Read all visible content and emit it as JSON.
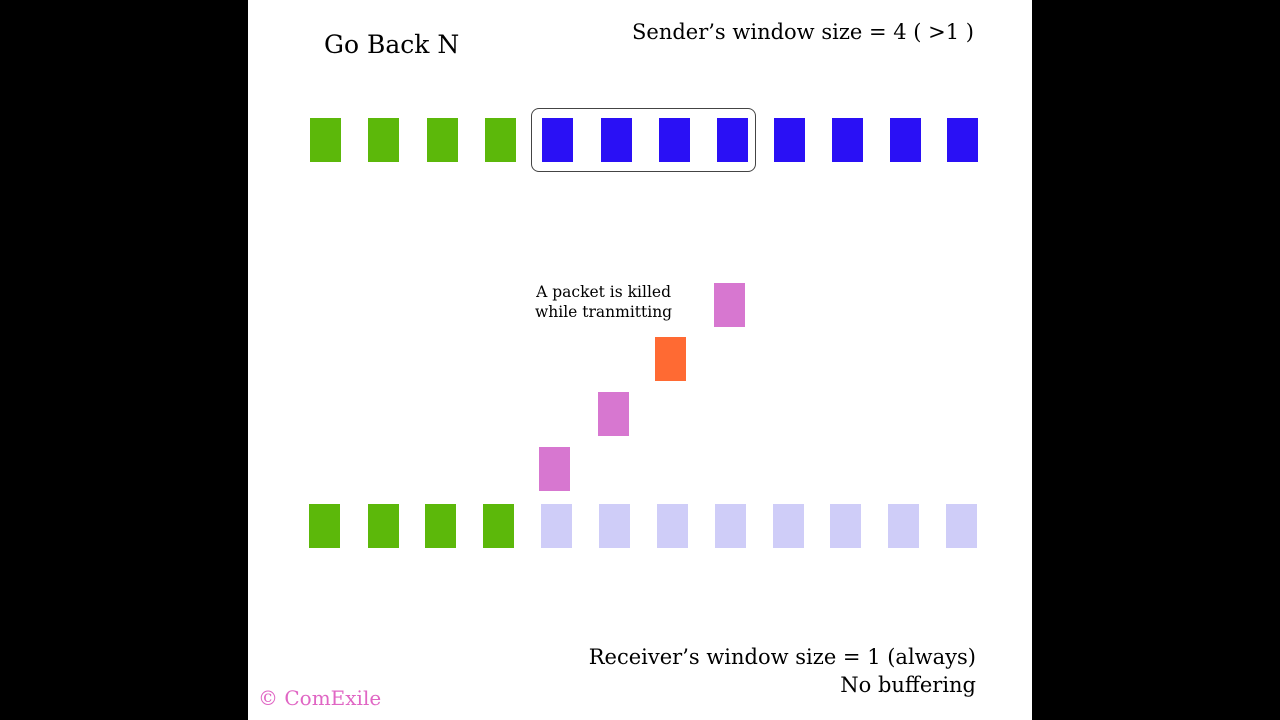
{
  "title": "Go Back N",
  "sender_window_label": "Sender’s window size = 4 ( >1 )",
  "receiver_window_label": "Receiver’s window size = 1 (always)",
  "receiver_buffering_label": "No buffering",
  "annotation": {
    "line1": "A packet is killed",
    "line2": "while tranmitting"
  },
  "copyright": "© ComExile",
  "colors": {
    "acknowledged": "#5cb80a",
    "sender_pending": "#2a10f5",
    "in_transit": "#d777d0",
    "lost": "#ff6a33",
    "receiver_waiting": "#cfcdf8",
    "window_border": "#444444",
    "copyright": "#e066c4"
  },
  "sender_packets": [
    "acknowledged",
    "acknowledged",
    "acknowledged",
    "acknowledged",
    "sender_pending",
    "sender_pending",
    "sender_pending",
    "sender_pending",
    "sender_pending",
    "sender_pending",
    "sender_pending",
    "sender_pending"
  ],
  "sender_window": {
    "start_index": 4,
    "size": 4
  },
  "receiver_packets": [
    "acknowledged",
    "acknowledged",
    "acknowledged",
    "acknowledged",
    "receiver_waiting",
    "receiver_waiting",
    "receiver_waiting",
    "receiver_waiting",
    "receiver_waiting",
    "receiver_waiting",
    "receiver_waiting",
    "receiver_waiting"
  ],
  "in_flight_packets": [
    "in_transit",
    "in_transit",
    "lost",
    "in_transit"
  ]
}
